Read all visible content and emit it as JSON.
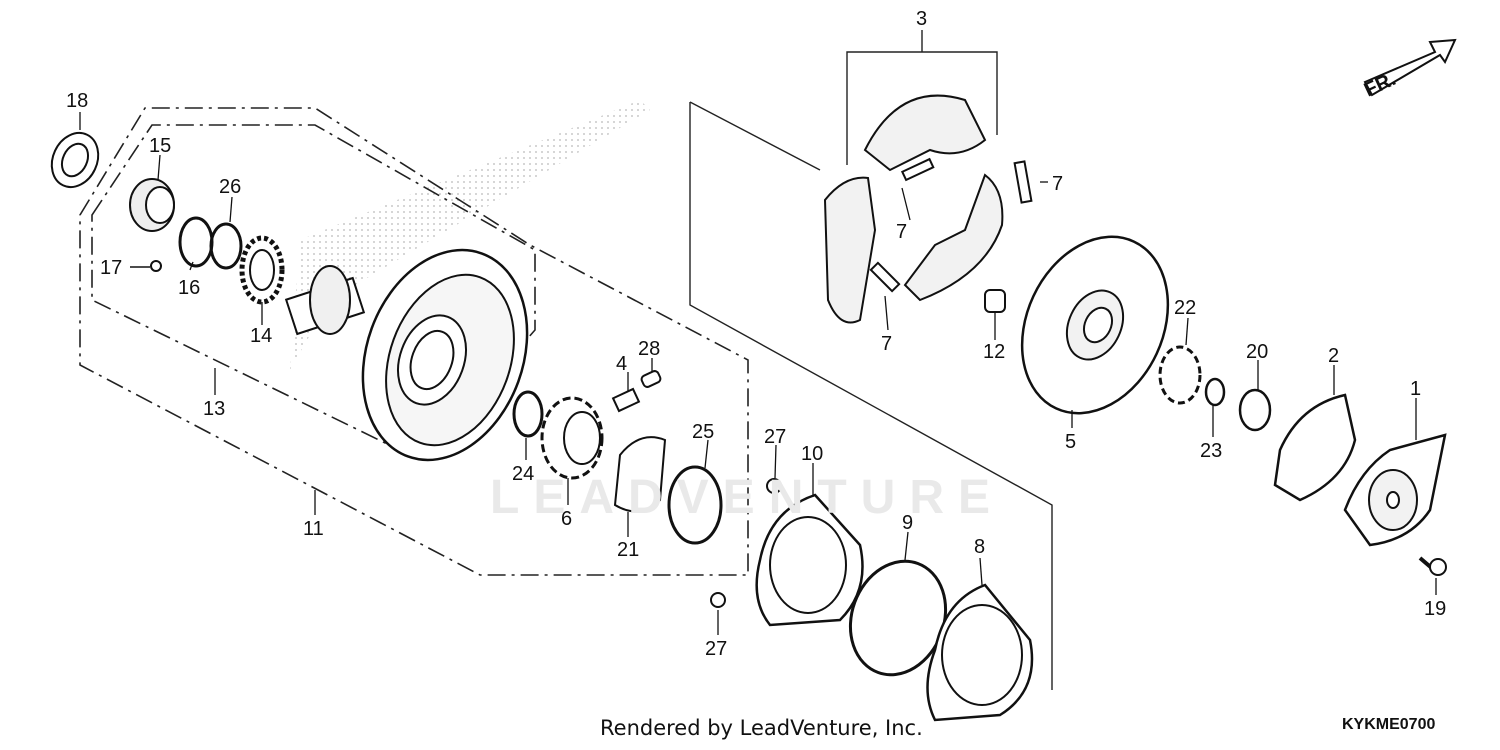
{
  "diagram": {
    "callouts": [
      {
        "id": "1",
        "label": "1"
      },
      {
        "id": "2",
        "label": "2"
      },
      {
        "id": "3",
        "label": "3"
      },
      {
        "id": "4",
        "label": "4"
      },
      {
        "id": "5",
        "label": "5"
      },
      {
        "id": "6",
        "label": "6"
      },
      {
        "id": "7a",
        "label": "7"
      },
      {
        "id": "7b",
        "label": "7"
      },
      {
        "id": "7c",
        "label": "7"
      },
      {
        "id": "8",
        "label": "8"
      },
      {
        "id": "9",
        "label": "9"
      },
      {
        "id": "10",
        "label": "10"
      },
      {
        "id": "11",
        "label": "11"
      },
      {
        "id": "12",
        "label": "12"
      },
      {
        "id": "13",
        "label": "13"
      },
      {
        "id": "14",
        "label": "14"
      },
      {
        "id": "15",
        "label": "15"
      },
      {
        "id": "16",
        "label": "16"
      },
      {
        "id": "17",
        "label": "17"
      },
      {
        "id": "18",
        "label": "18"
      },
      {
        "id": "19",
        "label": "19"
      },
      {
        "id": "20",
        "label": "20"
      },
      {
        "id": "21",
        "label": "21"
      },
      {
        "id": "22",
        "label": "22"
      },
      {
        "id": "23",
        "label": "23"
      },
      {
        "id": "24",
        "label": "24"
      },
      {
        "id": "25",
        "label": "25"
      },
      {
        "id": "26",
        "label": "26"
      },
      {
        "id": "27a",
        "label": "27"
      },
      {
        "id": "27b",
        "label": "27"
      },
      {
        "id": "28",
        "label": "28"
      }
    ],
    "direction_marker": "FR.",
    "footer_credit": "Rendered by LeadVenture, Inc.",
    "diagram_code": "KYKME0700",
    "watermark": "LEADVENTURE"
  }
}
